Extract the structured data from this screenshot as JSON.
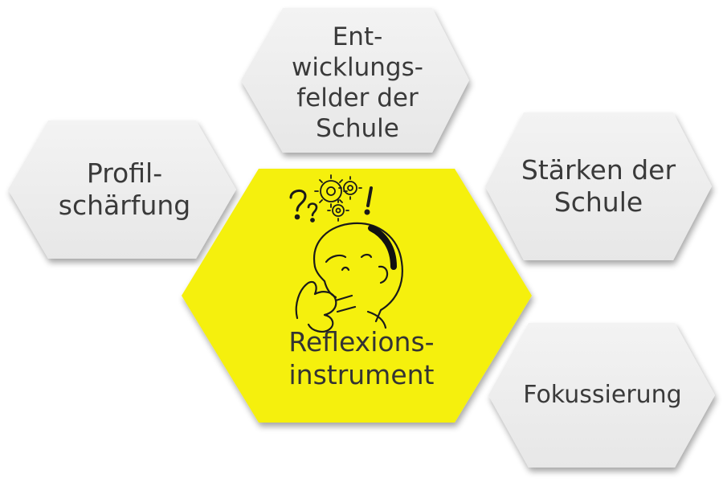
{
  "center": {
    "label": "Reflexions-\ninstrument",
    "fill": "#f5f011",
    "illustration": "thinking-person-icon"
  },
  "hexagons": [
    {
      "id": "top",
      "label": "Ent-\nwicklungs-\nfelder der\nSchule"
    },
    {
      "id": "left",
      "label": "Profil-\nschärfung"
    },
    {
      "id": "right",
      "label": "Stärken der\nSchule"
    },
    {
      "id": "bottom-right",
      "label": "Fokussierung"
    }
  ],
  "colors": {
    "hexagon_fill": "#efefef",
    "hexagon_shadow": "#bdbdbd",
    "center_fill": "#f5f011",
    "text": "#3a3a3a"
  }
}
